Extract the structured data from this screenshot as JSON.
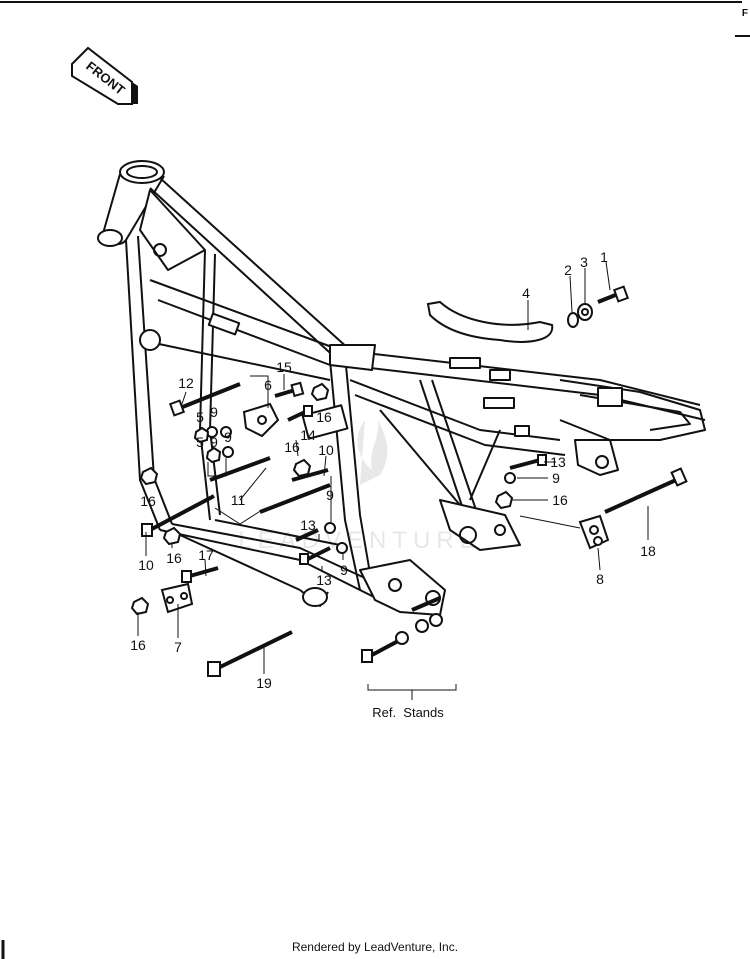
{
  "diagram": {
    "front_label": "FRONT",
    "reference_label": "Ref.  Stands",
    "corner_letter": "F",
    "watermark": "LEADVENTURE",
    "callouts": {
      "c1": "1",
      "c2": "2",
      "c3": "3",
      "c4": "4",
      "c5a": "5",
      "c5b": "5",
      "c6": "6",
      "c7": "7",
      "c8": "8",
      "c9a": "9",
      "c9b": "9",
      "c9c": "9",
      "c9d": "9",
      "c9e": "9",
      "c10a": "10",
      "c10b": "10",
      "c11": "11",
      "c12": "12",
      "c13a": "13",
      "c13b": "13",
      "c13c": "13",
      "c14": "14",
      "c15": "15",
      "c16a": "16",
      "c16b": "16",
      "c16c": "16",
      "c16d": "16",
      "c16e": "16",
      "c16f": "16",
      "c17": "17",
      "c18": "18",
      "c19": "19"
    }
  },
  "footer": {
    "text": "Rendered by LeadVenture, Inc."
  }
}
